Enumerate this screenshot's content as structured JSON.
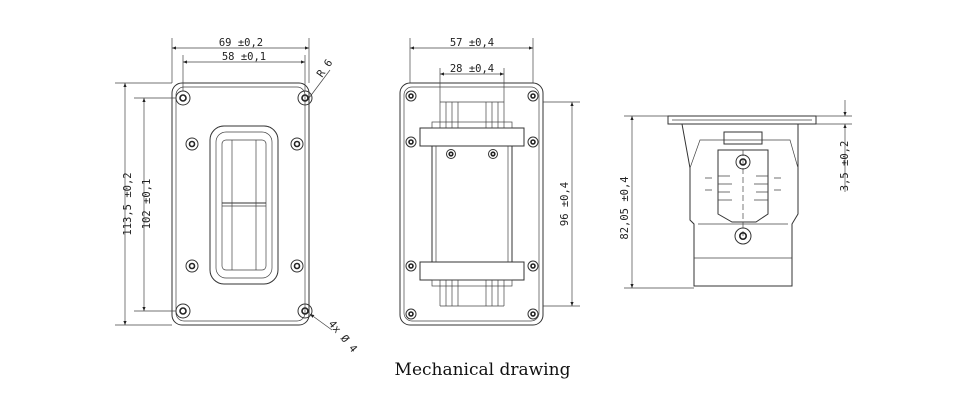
{
  "caption": "Mechanical drawing",
  "front_view": {
    "width_outer": "69 ±0,2",
    "width_holes": "58 ±0,1",
    "radius": "R 6",
    "height_outer": "113,5 ±0,2",
    "height_holes": "102 ±0,1",
    "holes": "4x Ø 4"
  },
  "side_view": {
    "width_outer": "57 ±0,4",
    "width_inner": "28 ±0,4",
    "height": "96 ±0,4"
  },
  "end_view": {
    "height": "82,05 ±0,4",
    "flange": "3,5 ±0,2"
  },
  "colors": {
    "line": "#333333",
    "background": "#ffffff"
  }
}
